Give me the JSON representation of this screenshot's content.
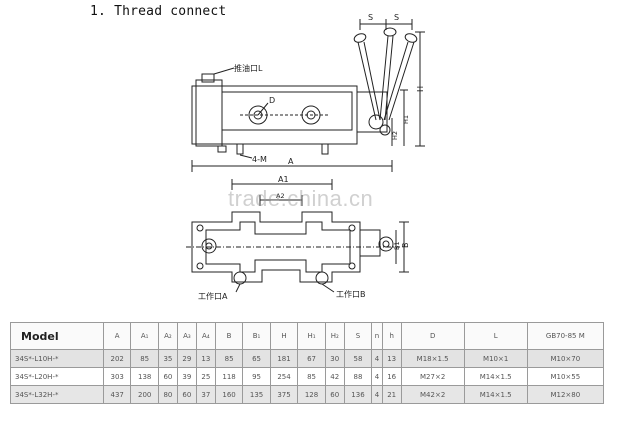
{
  "heading": "1. Thread connect",
  "watermark": "trade.china.cn",
  "top_view": {
    "dim_s1": "S",
    "dim_s2": "S",
    "dim_h": "H",
    "dim_h1": "H1",
    "dim_h2": "H2",
    "dim_d": "D",
    "dim_a": "A",
    "dim_4m": "4-M",
    "port_l": "推油口L"
  },
  "bottom_view": {
    "dim_a1": "A1",
    "dim_a2": "A2",
    "dim_b": "B",
    "dim_b1": "B1",
    "port_a": "工作口A",
    "port_b": "工作口B"
  },
  "table": {
    "headers": [
      "Model",
      "A",
      "A₁",
      "A₂",
      "A₃",
      "A₄",
      "B",
      "B₁",
      "H",
      "H₁",
      "H₂",
      "S",
      "n",
      "h",
      "D",
      "L",
      "GB70-85 M"
    ],
    "rows": [
      [
        "34S*-L10H-*",
        "202",
        "85",
        "35",
        "29",
        "13",
        "85",
        "65",
        "181",
        "67",
        "30",
        "58",
        "4",
        "13",
        "M18×1.5",
        "M10×1",
        "M10×70"
      ],
      [
        "34S*-L20H-*",
        "303",
        "138",
        "60",
        "39",
        "25",
        "118",
        "95",
        "254",
        "85",
        "42",
        "88",
        "4",
        "16",
        "M27×2",
        "M14×1.5",
        "M10×55"
      ],
      [
        "34S*-L32H-*",
        "437",
        "200",
        "80",
        "60",
        "37",
        "160",
        "135",
        "375",
        "128",
        "60",
        "136",
        "4",
        "21",
        "M42×2",
        "M14×1.5",
        "M12×80"
      ]
    ]
  }
}
